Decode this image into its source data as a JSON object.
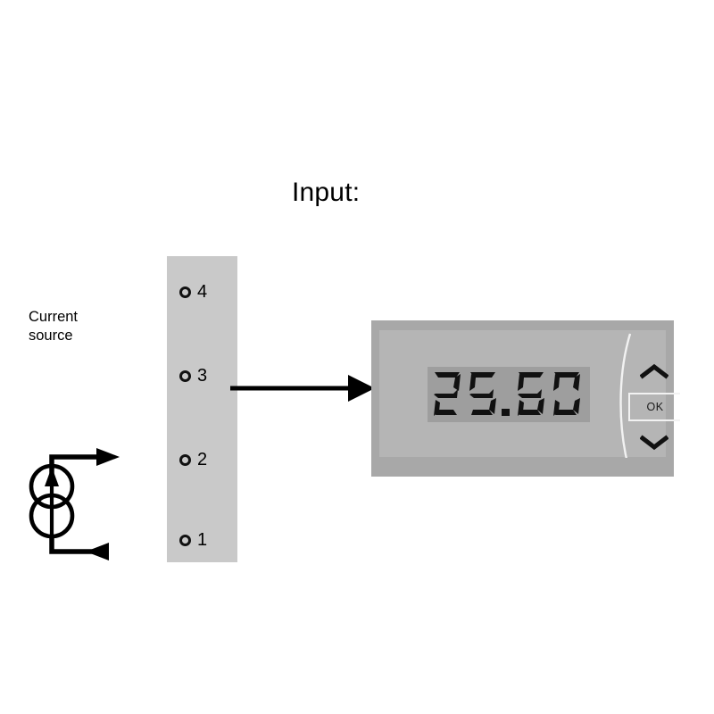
{
  "diagram": {
    "title": "Input:",
    "source": {
      "label_line1": "Current",
      "label_line2": "source",
      "symbol_name": "current-source-symbol"
    },
    "terminal_block": {
      "terminals": [
        {
          "number": "4"
        },
        {
          "number": "3"
        },
        {
          "number": "2"
        },
        {
          "number": "1"
        }
      ],
      "block_color": "#c9c9c9"
    },
    "connection": {
      "arrow_name": "connection-arrow",
      "from_terminal": "3",
      "direction": "right"
    },
    "device": {
      "display_value": "25.60",
      "lcd_background": "#9e9e9e",
      "body_color": "#a8a8a8",
      "face_color": "#b5b5b5",
      "buttons": {
        "up_label": "▲",
        "ok_label": "OK",
        "down_label": "▼"
      }
    }
  }
}
